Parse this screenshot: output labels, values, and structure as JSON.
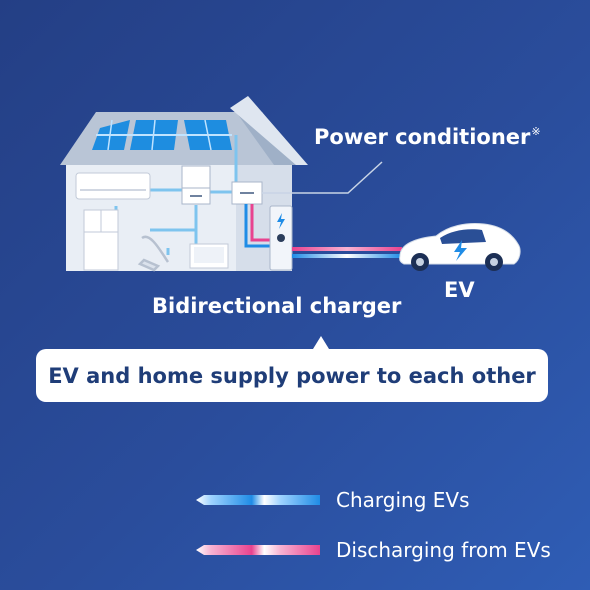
{
  "labels": {
    "power_conditioner": "Power conditioner",
    "power_conditioner_mark": "※",
    "ev": "EV",
    "bidirectional_charger": "Bidirectional charger",
    "callout": "EV and home supply power to each other"
  },
  "legend": [
    {
      "label": "Charging EVs",
      "color": "#1f8ce6"
    },
    {
      "label": "Discharging from EVs",
      "color": "#e8438f"
    }
  ],
  "icons": [
    "house",
    "solar-panel",
    "air-conditioner",
    "refrigerator",
    "vacuum-cleaner",
    "television",
    "power-conditioner",
    "breaker-panel",
    "bidirectional-charger",
    "electric-car",
    "lightning-bolt"
  ],
  "colors": {
    "background": "#2a4d9c",
    "charge_line": "#1f8ce6",
    "discharge_line": "#e8438f",
    "wiring": "#7ec4ee",
    "callout_text": "#1f3d78"
  }
}
